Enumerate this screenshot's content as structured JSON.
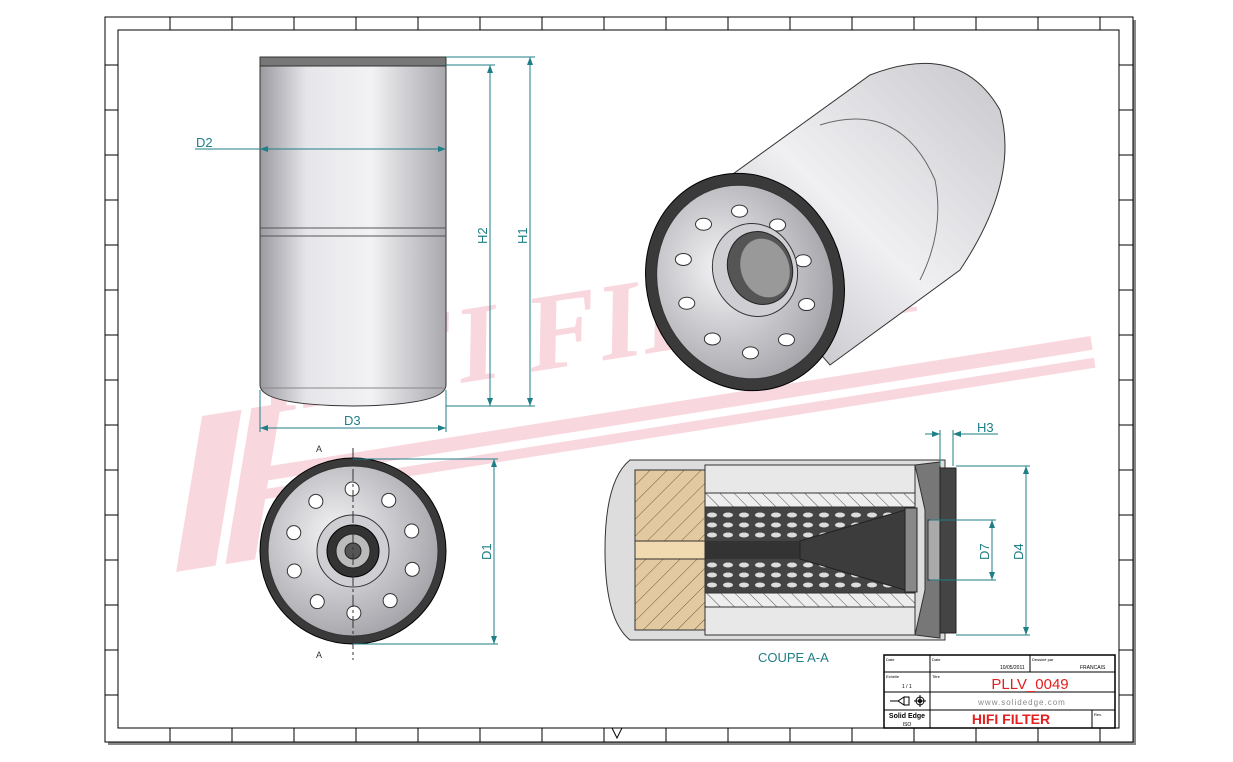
{
  "drawing": {
    "dimensions": {
      "D1": "D1",
      "D2": "D2",
      "D3": "D3",
      "D4": "D4",
      "D7": "D7",
      "H1": "H1",
      "H2": "H2",
      "H3": "H3"
    },
    "section_marker": "A",
    "section_label": "COUPE A-A",
    "watermark": "HIFI FILTER",
    "watermark_mark": "®"
  },
  "title_block": {
    "date_label": "Date",
    "date": "10/05/2011",
    "language_label": "Dessiné par",
    "language": "FRANCAIS",
    "scale_label": "Echelle",
    "scale": "1 / 1",
    "title_label": "Titre",
    "part_number": "PLLV_0049",
    "website": "www.solidedge.com",
    "software": "Solid Edge",
    "software_sub": "ISO",
    "company": "HIFI FILTER",
    "rev_label": "Rev."
  },
  "colors": {
    "dimension": "#1f7f86",
    "watermark": "#f4b8c4",
    "title_red": "#e41f1f",
    "metal": "#d8d8dc",
    "filter_media": "#e3c9a0"
  }
}
